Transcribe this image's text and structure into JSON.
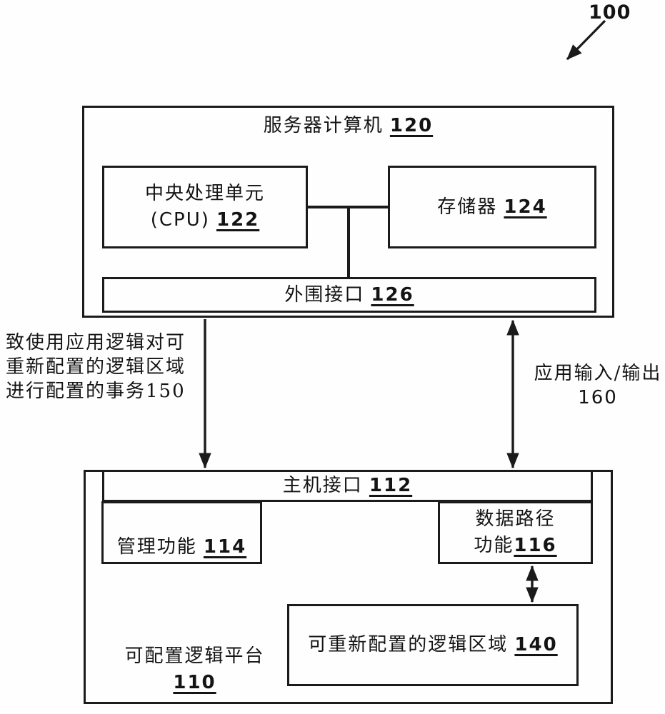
{
  "figure": {
    "reference_number": "100",
    "server_computer": {
      "label": "服务器计算机",
      "ref": "120",
      "cpu": {
        "line1": "中央处理单元",
        "line2_prefix": "(CPU)",
        "ref": "122"
      },
      "memory": {
        "label": "存储器",
        "ref": "124"
      },
      "peripheral_interface": {
        "label": "外围接口",
        "ref": "126"
      }
    },
    "transaction_annotation": {
      "line1": "致使用应用逻辑对可",
      "line2": "重新配置的逻辑区域",
      "line3": "进行配置的事务150"
    },
    "application_io_annotation": {
      "line1": "应用输入/输出",
      "line2": "160"
    },
    "configurable_logic_platform": {
      "host_interface": {
        "label": "主机接口",
        "ref": "112"
      },
      "management_function": {
        "label": "管理功能",
        "ref": "114"
      },
      "data_path_function": {
        "line1": "数据路径",
        "line2_prefix": "功能",
        "ref": "116"
      },
      "reconfigurable_logic_region": {
        "label": "可重新配置的逻辑区域",
        "ref": "140"
      },
      "platform_label": {
        "line1": "可配置逻辑平台",
        "ref": "110"
      }
    }
  }
}
